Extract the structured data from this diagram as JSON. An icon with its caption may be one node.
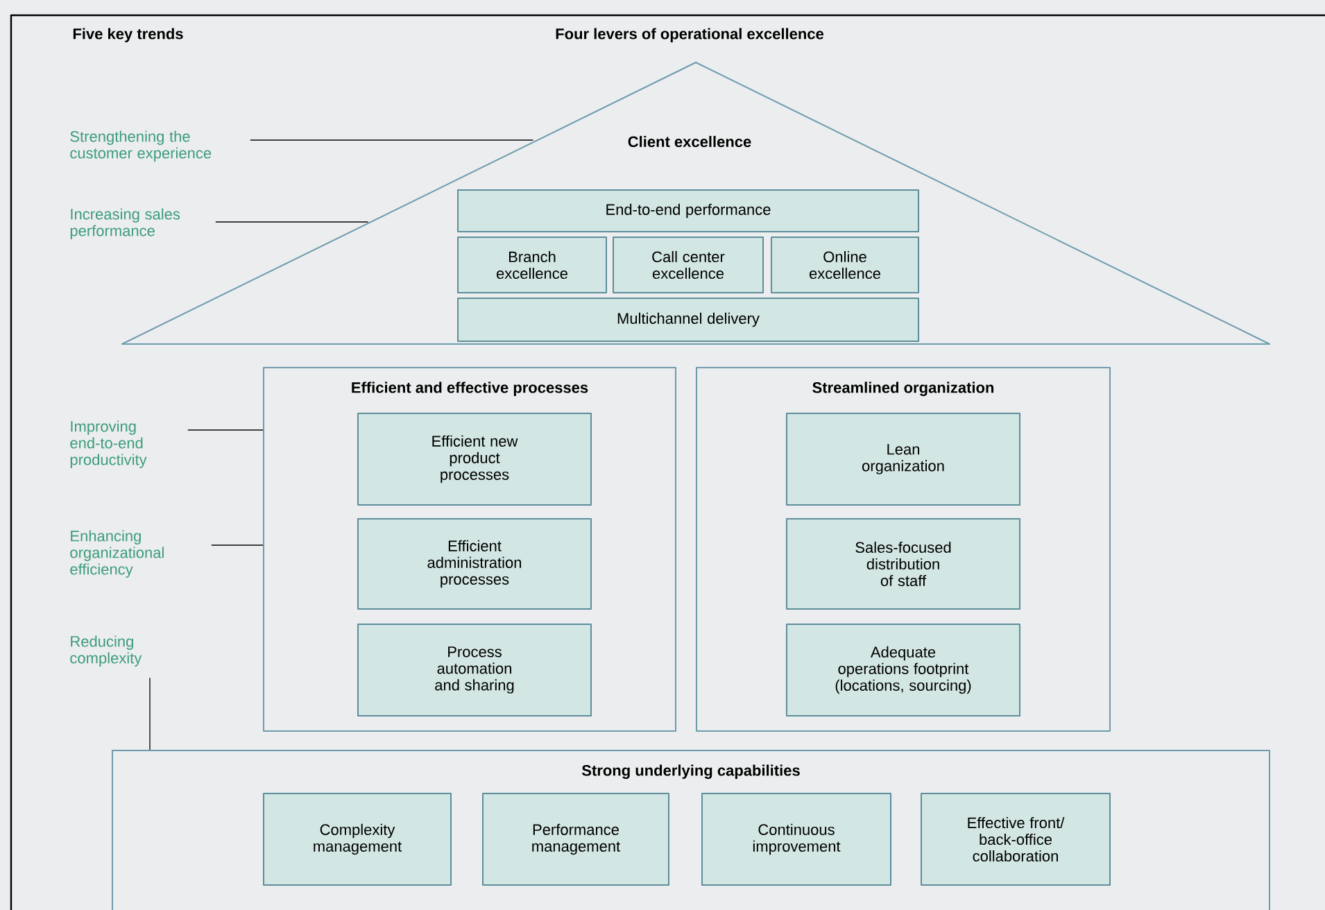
{
  "diagram": {
    "title": "Four levers of operational excellence",
    "nodes": [
      {
        "text": [
          "Client excellence"
        ]
      },
      {
        "text": [
          "End-to-end performance"
        ],
        "in": 0
      },
      {
        "text": [
          "Branch excellence"
        ],
        "in": 0
      },
      {
        "text": [
          "Call center excellence"
        ],
        "in": 0
      },
      {
        "text": [
          "Online excellence"
        ],
        "in": 0
      },
      {
        "text": [
          "Multichannel delivery"
        ],
        "in": 0
      },
      {
        "text": [
          "Efficient and effective processes"
        ]
      },
      {
        "text": [
          "Efficient new product processes"
        ],
        "in": 6
      },
      {
        "text": [
          "Efficient administration processes"
        ],
        "in": 6
      },
      {
        "text": [
          "Process automation and sharing"
        ],
        "in": 6
      },
      {
        "text": [
          "Streamlined organization"
        ]
      },
      {
        "text": [
          "Lean organization"
        ],
        "in": 10
      },
      {
        "text": [
          "Sales-focused distribution of staff"
        ],
        "in": 10
      },
      {
        "text": [
          "Adequate operations footprint (locations, sourcing)"
        ],
        "in": 10
      },
      {
        "text": [
          "Strong underlying capabilities"
        ]
      },
      {
        "text": [
          "Complexity management"
        ],
        "in": 14
      },
      {
        "text": [
          "Performance management"
        ],
        "in": 14
      },
      {
        "text": [
          "Continuous improvement"
        ],
        "in": 14
      },
      {
        "text": [
          "Effective front/ back-office collaboration"
        ],
        "in": 14
      },
      {
        "text": [
          "Strengthening the customer experience"
        ]
      },
      {
        "text": [
          "Increasing sales performance"
        ]
      },
      {
        "text": [
          "Improving end-to-end productivity"
        ]
      },
      {
        "text": [
          "Enhancing organizational efficiency"
        ]
      },
      {
        "text": [
          "Reducing complexity"
        ]
      }
    ],
    "edges": [
      {
        "from": 19,
        "to": 0,
        "arrow": "none"
      },
      {
        "from": 20,
        "to": 0,
        "arrow": "none"
      },
      {
        "from": 21,
        "to": 6,
        "arrow": "none"
      },
      {
        "from": 22,
        "to": 6,
        "arrow": "none"
      },
      {
        "from": 23,
        "to": 14,
        "arrow": "none"
      }
    ],
    "labels": [
      "Five key trends"
    ]
  }
}
